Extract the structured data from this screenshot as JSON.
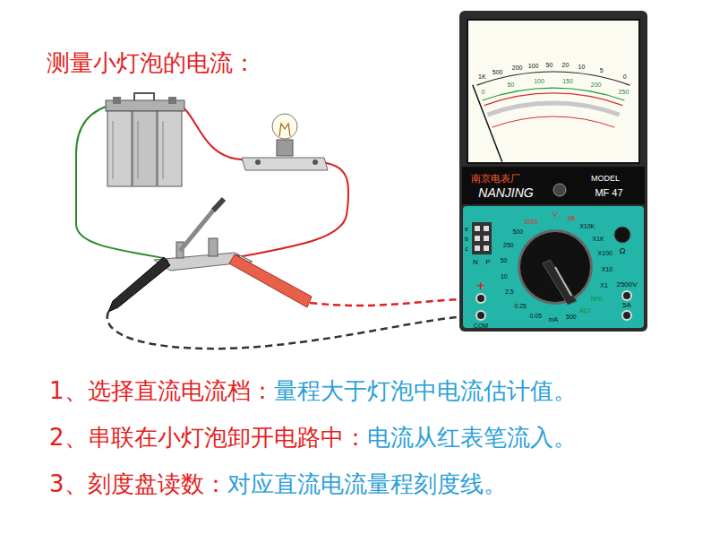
{
  "diagram": {
    "title": "测量小灯泡的电流：",
    "labels": [
      "1、选择直流电流档：",
      "量程大于灯泡中电流估计值。",
      "2、串联在小灯泡卸开电路中：",
      "电流从红表笔流入。",
      "3、刻度盘读数：",
      "对应直流电流量程刻度线。",
      "南京电表厂",
      "NANJING",
      "MODEL",
      "MF 47",
      "+",
      "COM",
      "2500V",
      "5A",
      "e",
      "b",
      "c",
      "N",
      "P",
      "Ω",
      "V",
      "dB",
      "X10K",
      "X1K",
      "X100",
      "X10",
      "X1",
      "hFE",
      "ADJ",
      "500",
      "mA",
      "0.05",
      "0.25",
      "2.5",
      "10",
      "50",
      "250",
      "500",
      "1000",
      "1K",
      "500",
      "200",
      "100",
      "50",
      "20",
      "10",
      "5",
      "0",
      "0",
      "50",
      "100",
      "150",
      "200",
      "250"
    ]
  }
}
